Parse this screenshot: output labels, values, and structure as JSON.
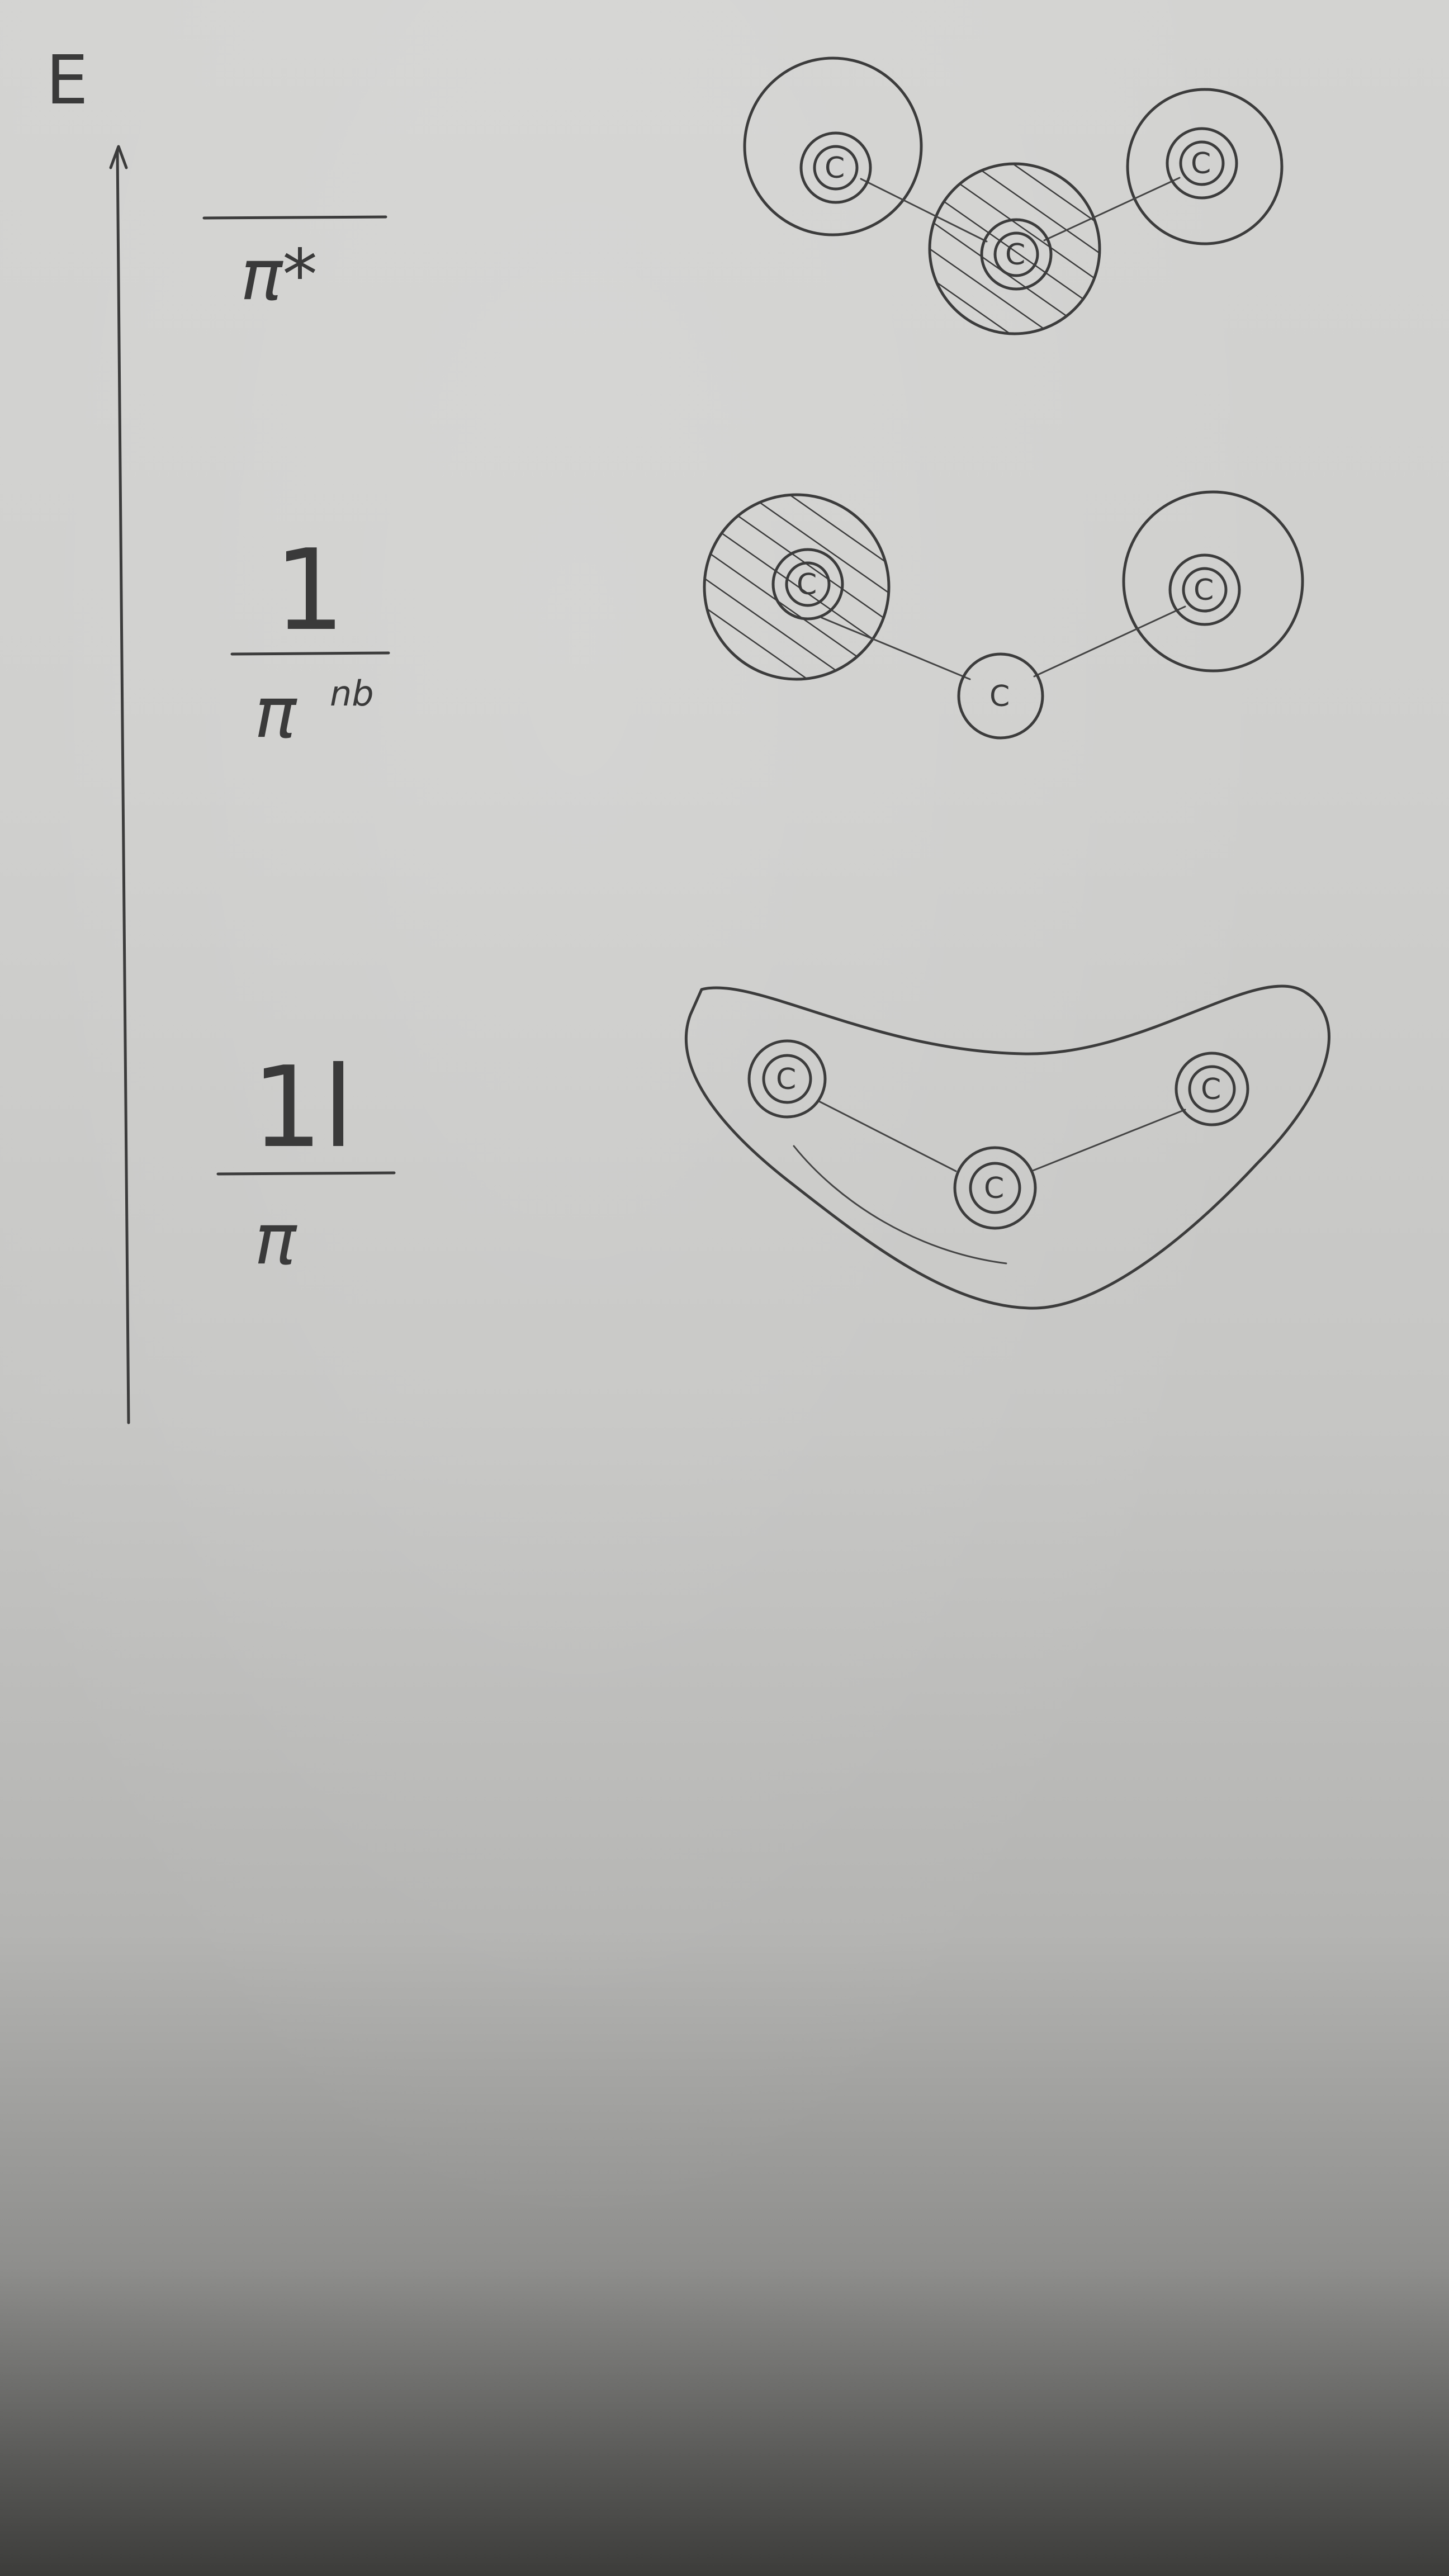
{
  "axis": {
    "label": "E"
  },
  "levels": [
    {
      "id": "pi-star",
      "label": "π*",
      "electrons": ""
    },
    {
      "id": "pi-nb",
      "label": "π",
      "superscript": "nb",
      "electrons": "1"
    },
    {
      "id": "pi",
      "label": "π",
      "electrons": "1l"
    }
  ],
  "atom_label": "C",
  "colors": {
    "pencil": "#3c3c3c",
    "paper": "#d0d0ce"
  }
}
